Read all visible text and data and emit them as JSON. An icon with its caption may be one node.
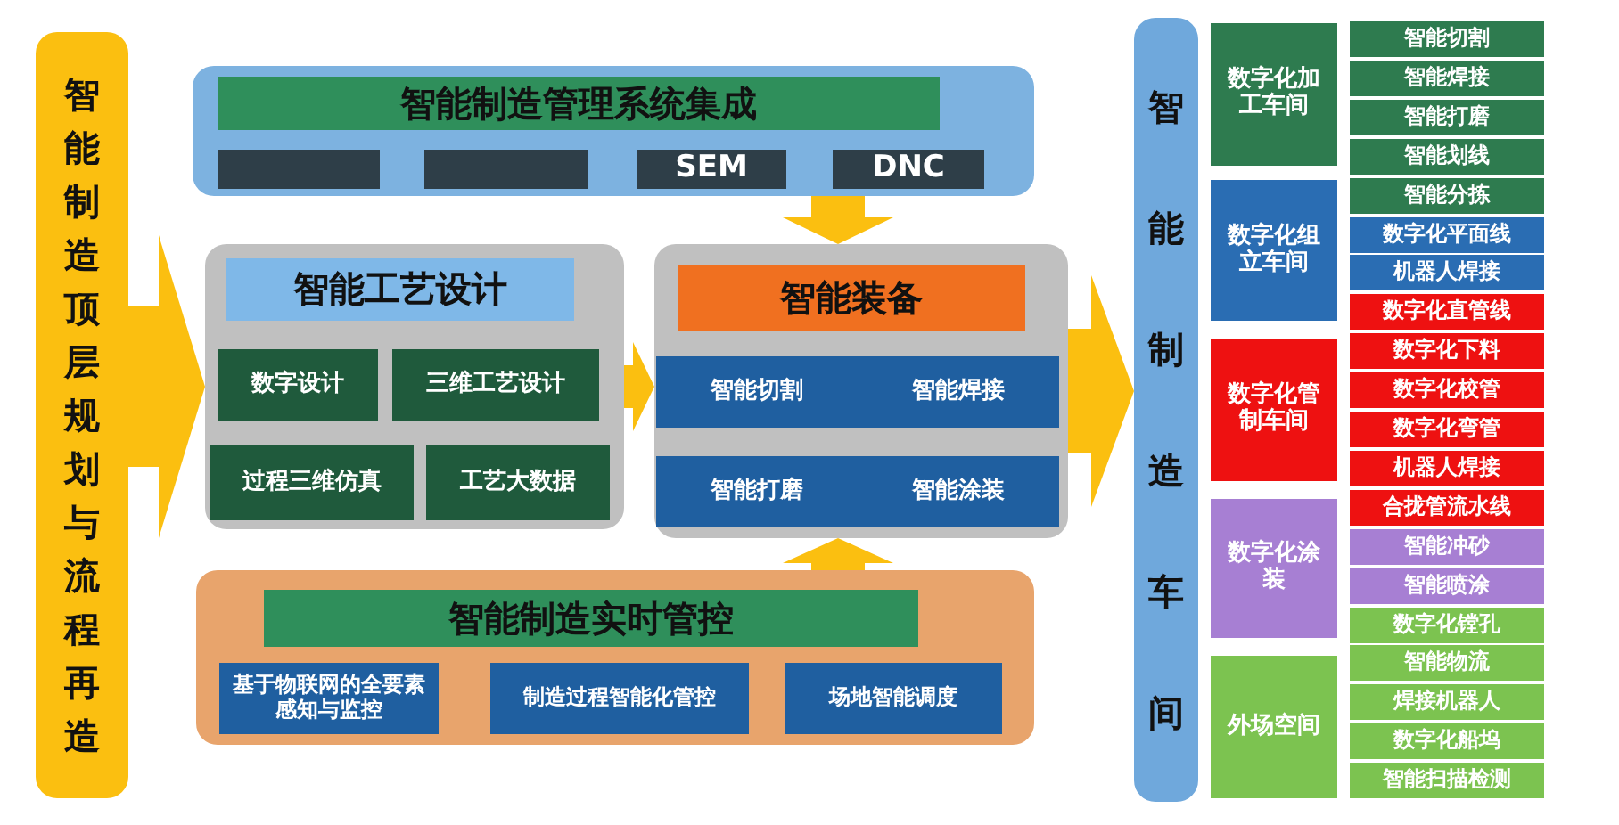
{
  "diagram": {
    "nodes": [
      {
        "text": [
          "智能制造顶层规划与流程再造"
        ]
      },
      {
        "text": [
          "智能制造管理系统集成"
        ]
      },
      {
        "text": [],
        "shape": "box",
        "in": 1
      },
      {
        "text": [],
        "shape": "box",
        "in": 1
      },
      {
        "text": [
          "SEM"
        ],
        "in": 1
      },
      {
        "text": [
          "DNC"
        ],
        "in": 1
      },
      {
        "text": [
          "智能工艺设计"
        ]
      },
      {
        "text": [
          "数字设计"
        ],
        "in": 6
      },
      {
        "text": [
          "三维工艺设计"
        ],
        "in": 6
      },
      {
        "text": [
          "过程三维仿真"
        ],
        "in": 6
      },
      {
        "text": [
          "工艺大数据"
        ],
        "in": 6
      },
      {
        "text": [
          "智能装备"
        ]
      },
      {
        "text": [
          "智能切割"
        ],
        "in": 11
      },
      {
        "text": [
          "智能焊接"
        ],
        "in": 11
      },
      {
        "text": [
          "智能打磨"
        ],
        "in": 11
      },
      {
        "text": [
          "智能涂装"
        ],
        "in": 11
      },
      {
        "text": [
          "智能制造实时管控"
        ]
      },
      {
        "text": [
          "基于物联网的全要素感知与监控"
        ],
        "in": 16
      },
      {
        "text": [
          "制造过程智能化管控"
        ],
        "in": 16
      },
      {
        "text": [
          "场地智能调度"
        ],
        "in": 16
      },
      {
        "text": [
          "智能制造车间"
        ]
      },
      {
        "text": [
          "数字化加工车间"
        ]
      },
      {
        "text": [
          "智能切割"
        ]
      },
      {
        "text": [
          "智能焊接"
        ]
      },
      {
        "text": [
          "智能打磨"
        ]
      },
      {
        "text": [
          "智能划线"
        ]
      },
      {
        "text": [
          "智能分拣"
        ]
      },
      {
        "text": [
          "数字化组立车间"
        ]
      },
      {
        "text": [
          "数字化平面线"
        ]
      },
      {
        "text": [
          "机器人焊接"
        ]
      },
      {
        "text": [
          "数字化管制车间"
        ]
      },
      {
        "text": [
          "数字化直管线"
        ]
      },
      {
        "text": [
          "数字化下料"
        ]
      },
      {
        "text": [
          "数字化校管"
        ]
      },
      {
        "text": [
          "数字化弯管"
        ]
      },
      {
        "text": [
          "机器人焊接"
        ]
      },
      {
        "text": [
          "合拢管流水线"
        ]
      },
      {
        "text": [
          "数字化涂装"
        ]
      },
      {
        "text": [
          "智能冲砂"
        ]
      },
      {
        "text": [
          "智能喷涂"
        ]
      },
      {
        "text": [
          "外场空间"
        ]
      },
      {
        "text": [
          "数字化镗孔"
        ]
      },
      {
        "text": [
          "智能物流"
        ]
      },
      {
        "text": [
          "焊接机器人"
        ]
      },
      {
        "text": [
          "数字化船坞"
        ]
      },
      {
        "text": [
          "智能扫描检测"
        ]
      }
    ],
    "edges": [
      {
        "from": 0,
        "to": 6,
        "arrow": "to"
      },
      {
        "from": 1,
        "to": 11,
        "arrow": "to"
      },
      {
        "from": 6,
        "to": 11,
        "arrow": "to"
      },
      {
        "from": 16,
        "to": 11,
        "arrow": "to"
      },
      {
        "from": 11,
        "to": 20,
        "arrow": "to"
      }
    ]
  }
}
